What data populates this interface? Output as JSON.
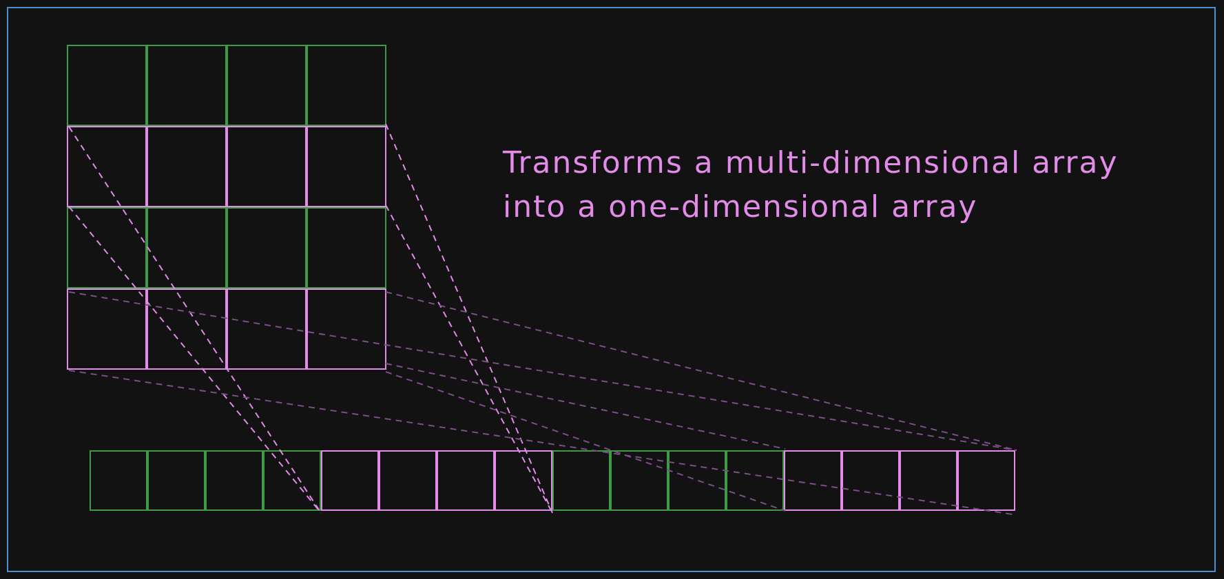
{
  "caption": {
    "line1": "Transforms a multi-dimensional array",
    "line2": "into a one-dimensional array"
  },
  "colors": {
    "background": "#121212",
    "frame": "#4a8fd0",
    "green": "#3e9a45",
    "pink": "#e28be8",
    "purple_dash": "#7a4f86"
  },
  "matrix": {
    "rows": 4,
    "cols": 4,
    "row_colors": [
      "green",
      "pink",
      "green",
      "pink"
    ]
  },
  "flat_array": {
    "cells": 16,
    "group_colors": [
      "green",
      "pink",
      "green",
      "pink"
    ]
  }
}
